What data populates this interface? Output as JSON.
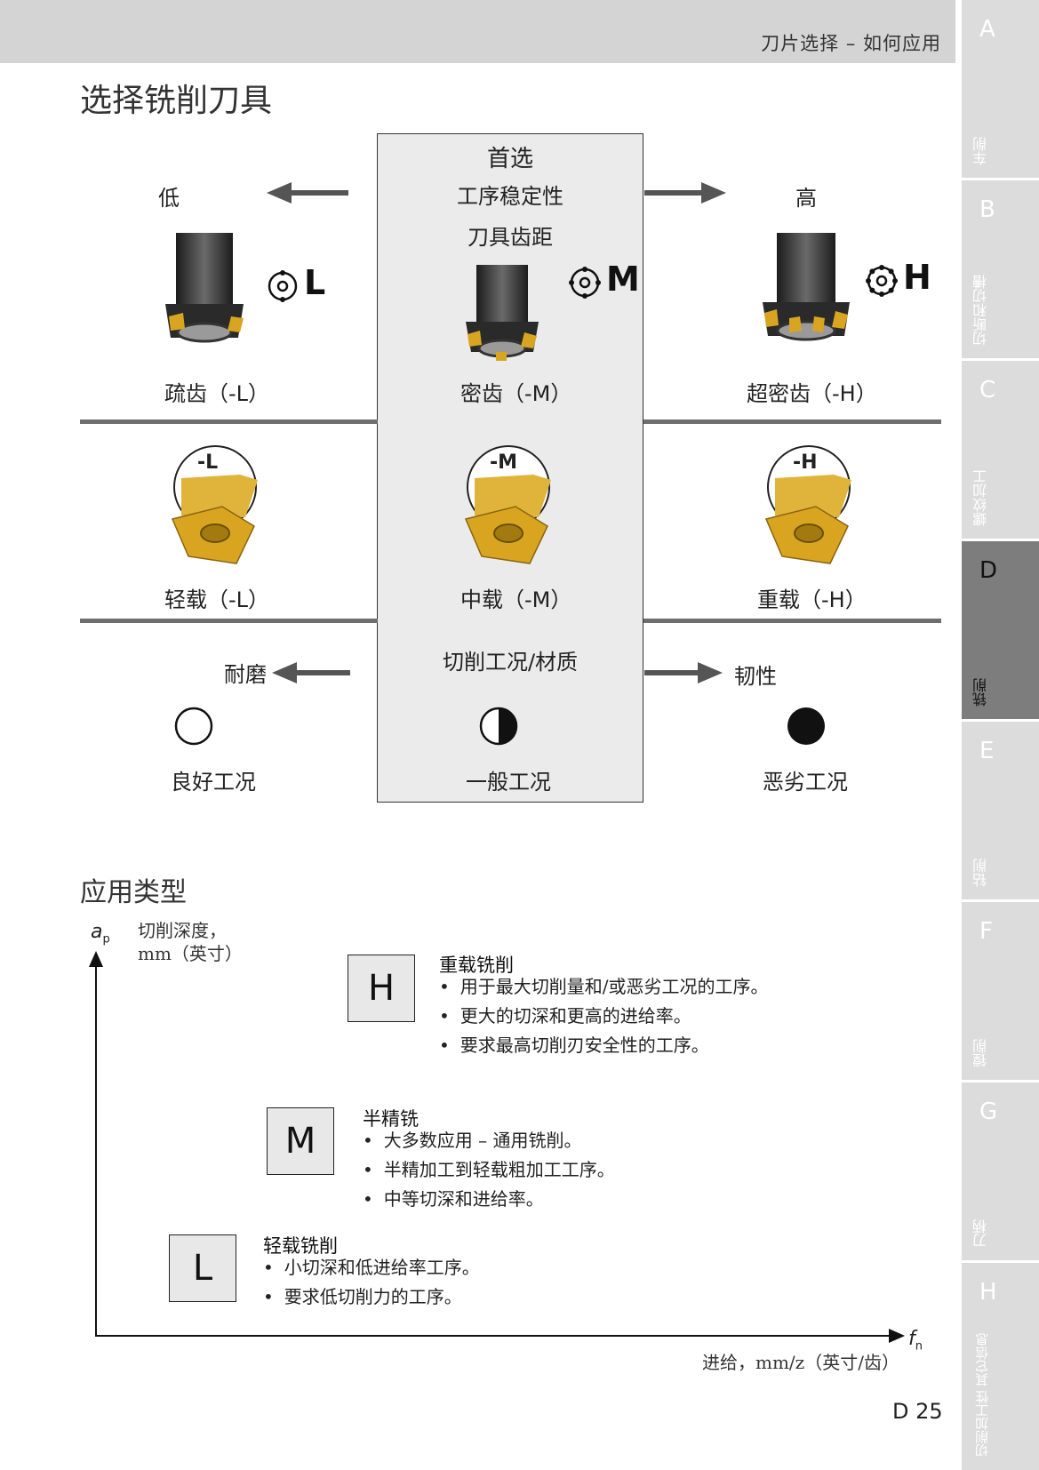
{
  "header": {
    "title": "刀片选择 – 如何应用"
  },
  "sidebar": {
    "tabs": [
      {
        "letter": "A",
        "label": "车削"
      },
      {
        "letter": "B",
        "label": "切断和切槽"
      },
      {
        "letter": "C",
        "label": "螺纹加工"
      },
      {
        "letter": "D",
        "label": "铣削"
      },
      {
        "letter": "E",
        "label": "钻削"
      },
      {
        "letter": "F",
        "label": "镗削"
      },
      {
        "letter": "G",
        "label": "刀柄"
      },
      {
        "letter": "H",
        "label": "切削加工性 其它信息"
      }
    ],
    "active": "D"
  },
  "section1": {
    "title": "选择铣削刀具",
    "center": {
      "preferred": "首选",
      "stability": "工序稳定性",
      "pitch": "刀具齿距",
      "conditions": "切削工况/材质"
    },
    "low": "低",
    "high": "高",
    "pitch_symbols": {
      "left": "L",
      "middle": "M",
      "right": "H"
    },
    "pitch_labels": {
      "left": "疏齿（-L）",
      "middle": "密齿（-M）",
      "right": "超密齿（-H）"
    },
    "insert_codes": {
      "left": "-L",
      "middle": "-M",
      "right": "-H"
    },
    "insert_labels": {
      "left": "轻载（-L）",
      "middle": "中载（-M）",
      "right": "重载（-H）"
    },
    "wear": "耐磨",
    "toughness": "韧性",
    "condition_labels": {
      "left": "良好工况",
      "middle": "一般工况",
      "right": "恶劣工况"
    }
  },
  "section2": {
    "title": "应用类型",
    "y_axis": {
      "symbol": "a",
      "subscript": "p",
      "label_line1": "切削深度，",
      "label_line2": "mm（英寸）"
    },
    "x_axis": {
      "symbol": "f",
      "subscript": "n",
      "label": "进给，mm/z（英寸/齿）"
    },
    "applications": [
      {
        "code": "H",
        "title": "重载铣削",
        "bullets": [
          "用于最大切削量和/或恶劣工况的工序。",
          "更大的切深和更高的进给率。",
          "要求最高切削刃安全性的工序。"
        ]
      },
      {
        "code": "M",
        "title": "半精铣",
        "bullets": [
          "大多数应用 – 通用铣削。",
          "半精加工到轻载粗加工工序。",
          "中等切深和进给率。"
        ]
      },
      {
        "code": "L",
        "title": "轻载铣削",
        "bullets": [
          "小切深和低进给率工序。",
          "要求低切削力的工序。"
        ]
      }
    ]
  },
  "footer": {
    "page": "D 25"
  },
  "colors": {
    "header_bg": "#d4d4d4",
    "tab_bg": "#dcdcdc",
    "tab_active": "#7d7d7d",
    "insert_gold": "#d9a520"
  }
}
